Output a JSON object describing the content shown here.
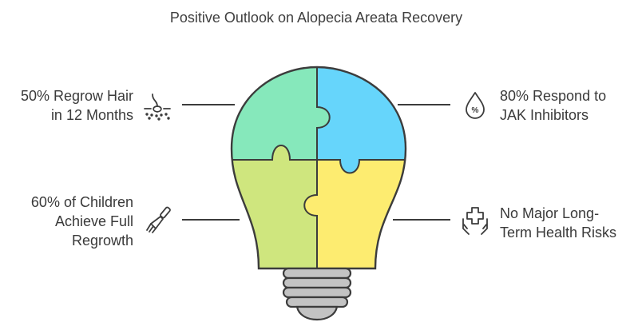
{
  "title": "Positive Outlook on Alopecia Areata Recovery",
  "items": [
    {
      "line1": "50% Regrow Hair",
      "line2": "in 12 Months",
      "icon": "hair-follicle-icon",
      "color": "#86e8bb"
    },
    {
      "line1": "80% Respond to",
      "line2": "JAK Inhibitors",
      "icon": "percent-drop-icon",
      "color": "#66d5fb"
    },
    {
      "line1": "60% of Children",
      "line2": "Achieve Full",
      "line3": "Regrowth",
      "icon": "brush-icon",
      "color": "#cfe67e"
    },
    {
      "line1": "No Major Long-",
      "line2": "Term Health Risks",
      "icon": "health-hands-icon",
      "color": "#fdec70"
    }
  ],
  "colors": {
    "stroke": "#3c3c3c",
    "base": "#c3c3c3"
  }
}
